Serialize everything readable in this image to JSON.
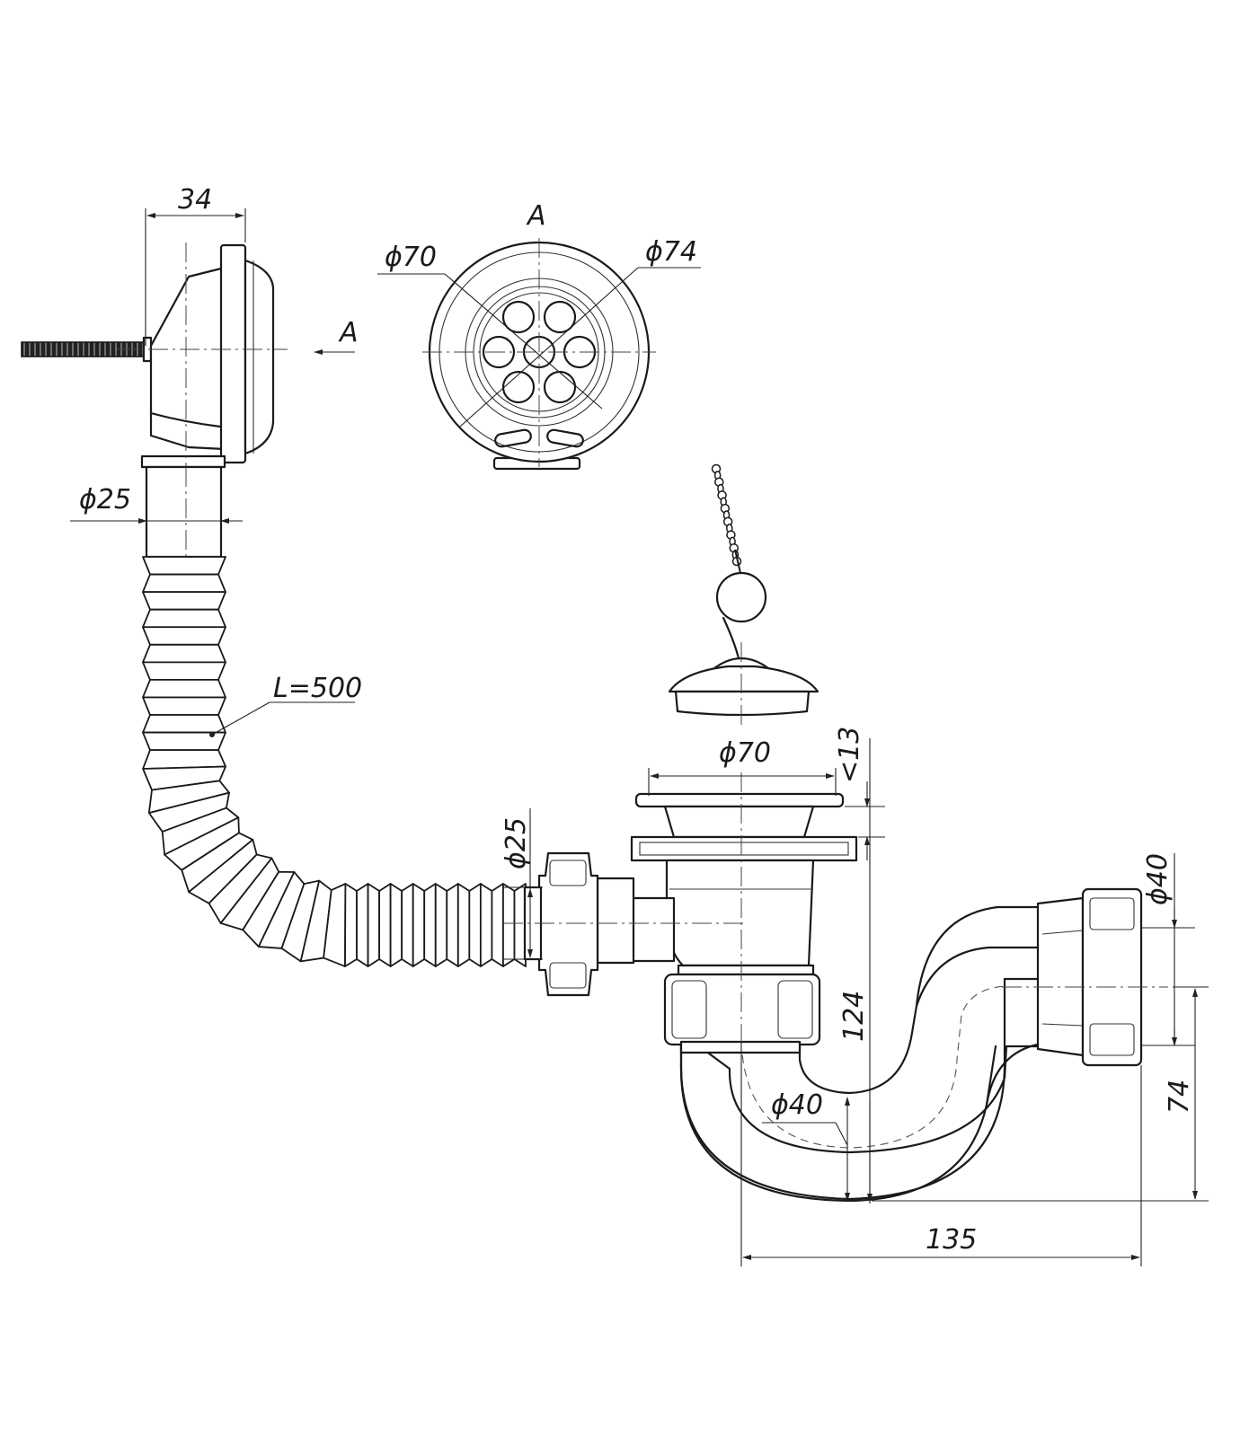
{
  "colors": {
    "line": "#1a1a1a",
    "background": "#ffffff"
  },
  "labels": {
    "width_34": "34",
    "view_a_title": "A",
    "view_arrow_a": "A",
    "dia_70_view": "ϕ70",
    "dia_74_view": "ϕ74",
    "dia_25_top": "ϕ25",
    "hose_length": "L=500",
    "dia_25_side": "ϕ25",
    "dia_70_body": "ϕ70",
    "height_13": "<13",
    "dia_40_outlet": "ϕ40",
    "height_124": "124",
    "dia_40_trap": "ϕ40",
    "height_74": "74",
    "width_135": "135"
  }
}
